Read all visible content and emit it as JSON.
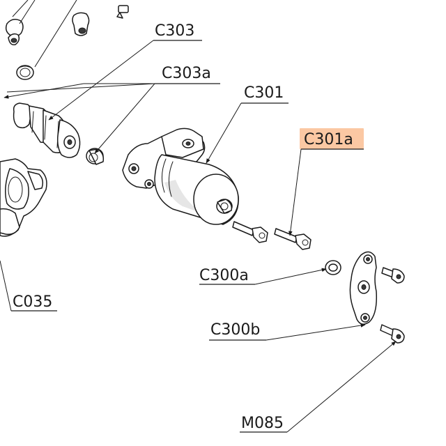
{
  "callouts": {
    "c303": "C303",
    "c303a": "C303a",
    "c301": "C301",
    "c301a": "C301a",
    "c300a": "C300a",
    "c300b": "C300b",
    "c035": "C035",
    "m085": "M085"
  },
  "highlight": {
    "selected_part": "C301a",
    "color": "#fbc8a3"
  },
  "colors": {
    "ink": "#1a1a1a",
    "background": "#ffffff"
  }
}
